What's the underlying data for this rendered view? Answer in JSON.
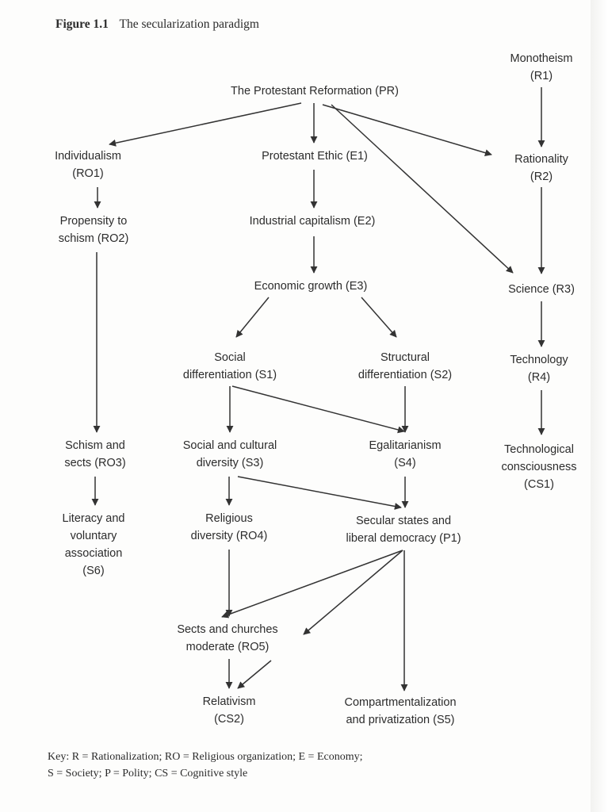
{
  "figure": {
    "number": "Figure 1.1",
    "title": "The secularization paradigm"
  },
  "nodes": {
    "pr": {
      "lines": [
        "The Protestant Reformation (PR)"
      ]
    },
    "r1": {
      "lines": [
        "Monotheism",
        "(R1)"
      ]
    },
    "ro1": {
      "lines": [
        "Individualism",
        "(RO1)"
      ]
    },
    "e1": {
      "lines": [
        "Protestant Ethic (E1)"
      ]
    },
    "r2": {
      "lines": [
        "Rationality",
        "(R2)"
      ]
    },
    "ro2": {
      "lines": [
        "Propensity to",
        "schism (RO2)"
      ]
    },
    "e2": {
      "lines": [
        "Industrial capitalism (E2)"
      ]
    },
    "e3": {
      "lines": [
        "Economic growth (E3)"
      ]
    },
    "r3": {
      "lines": [
        "Science (R3)"
      ]
    },
    "s1": {
      "lines": [
        "Social",
        "differentiation (S1)"
      ]
    },
    "s2": {
      "lines": [
        "Structural",
        "differentiation (S2)"
      ]
    },
    "r4": {
      "lines": [
        "Technology",
        "(R4)"
      ]
    },
    "ro3": {
      "lines": [
        "Schism and",
        "sects (RO3)"
      ]
    },
    "s3": {
      "lines": [
        "Social and cultural",
        "diversity (S3)"
      ]
    },
    "s4": {
      "lines": [
        "Egalitarianism",
        "(S4)"
      ]
    },
    "cs1": {
      "lines": [
        "Technological",
        "consciousness",
        "(CS1)"
      ]
    },
    "s6": {
      "lines": [
        "Literacy and",
        "voluntary",
        "association",
        "(S6)"
      ]
    },
    "ro4": {
      "lines": [
        "Religious",
        "diversity (RO4)"
      ]
    },
    "p1": {
      "lines": [
        "Secular states and",
        "liberal democracy (P1)"
      ]
    },
    "ro5": {
      "lines": [
        "Sects and churches",
        "moderate (RO5)"
      ]
    },
    "cs2": {
      "lines": [
        "Relativism",
        "(CS2)"
      ]
    },
    "s5": {
      "lines": [
        "Compartmentalization",
        "and privatization (S5)"
      ]
    }
  },
  "edges": [
    [
      "pr",
      "ro1"
    ],
    [
      "pr",
      "e1"
    ],
    [
      "pr",
      "r2"
    ],
    [
      "pr",
      "r3"
    ],
    [
      "r1",
      "r2"
    ],
    [
      "ro1",
      "ro2"
    ],
    [
      "e1",
      "e2"
    ],
    [
      "r2",
      "r3"
    ],
    [
      "ro2",
      "ro3"
    ],
    [
      "e2",
      "e3"
    ],
    [
      "e3",
      "s1"
    ],
    [
      "e3",
      "s2"
    ],
    [
      "r3",
      "r4"
    ],
    [
      "s1",
      "s3"
    ],
    [
      "s1",
      "s4"
    ],
    [
      "s2",
      "s4"
    ],
    [
      "r4",
      "cs1"
    ],
    [
      "ro3",
      "s6"
    ],
    [
      "s3",
      "ro4"
    ],
    [
      "s3",
      "p1"
    ],
    [
      "s4",
      "p1"
    ],
    [
      "ro4",
      "ro5"
    ],
    [
      "p1",
      "ro5"
    ],
    [
      "p1",
      "s5"
    ],
    [
      "ro5",
      "cs2"
    ]
  ],
  "key": {
    "lines": [
      "Key: R = Rationalization; RO = Religious organization; E = Economy;",
      "S = Society; P = Polity; CS = Cognitive style"
    ]
  }
}
